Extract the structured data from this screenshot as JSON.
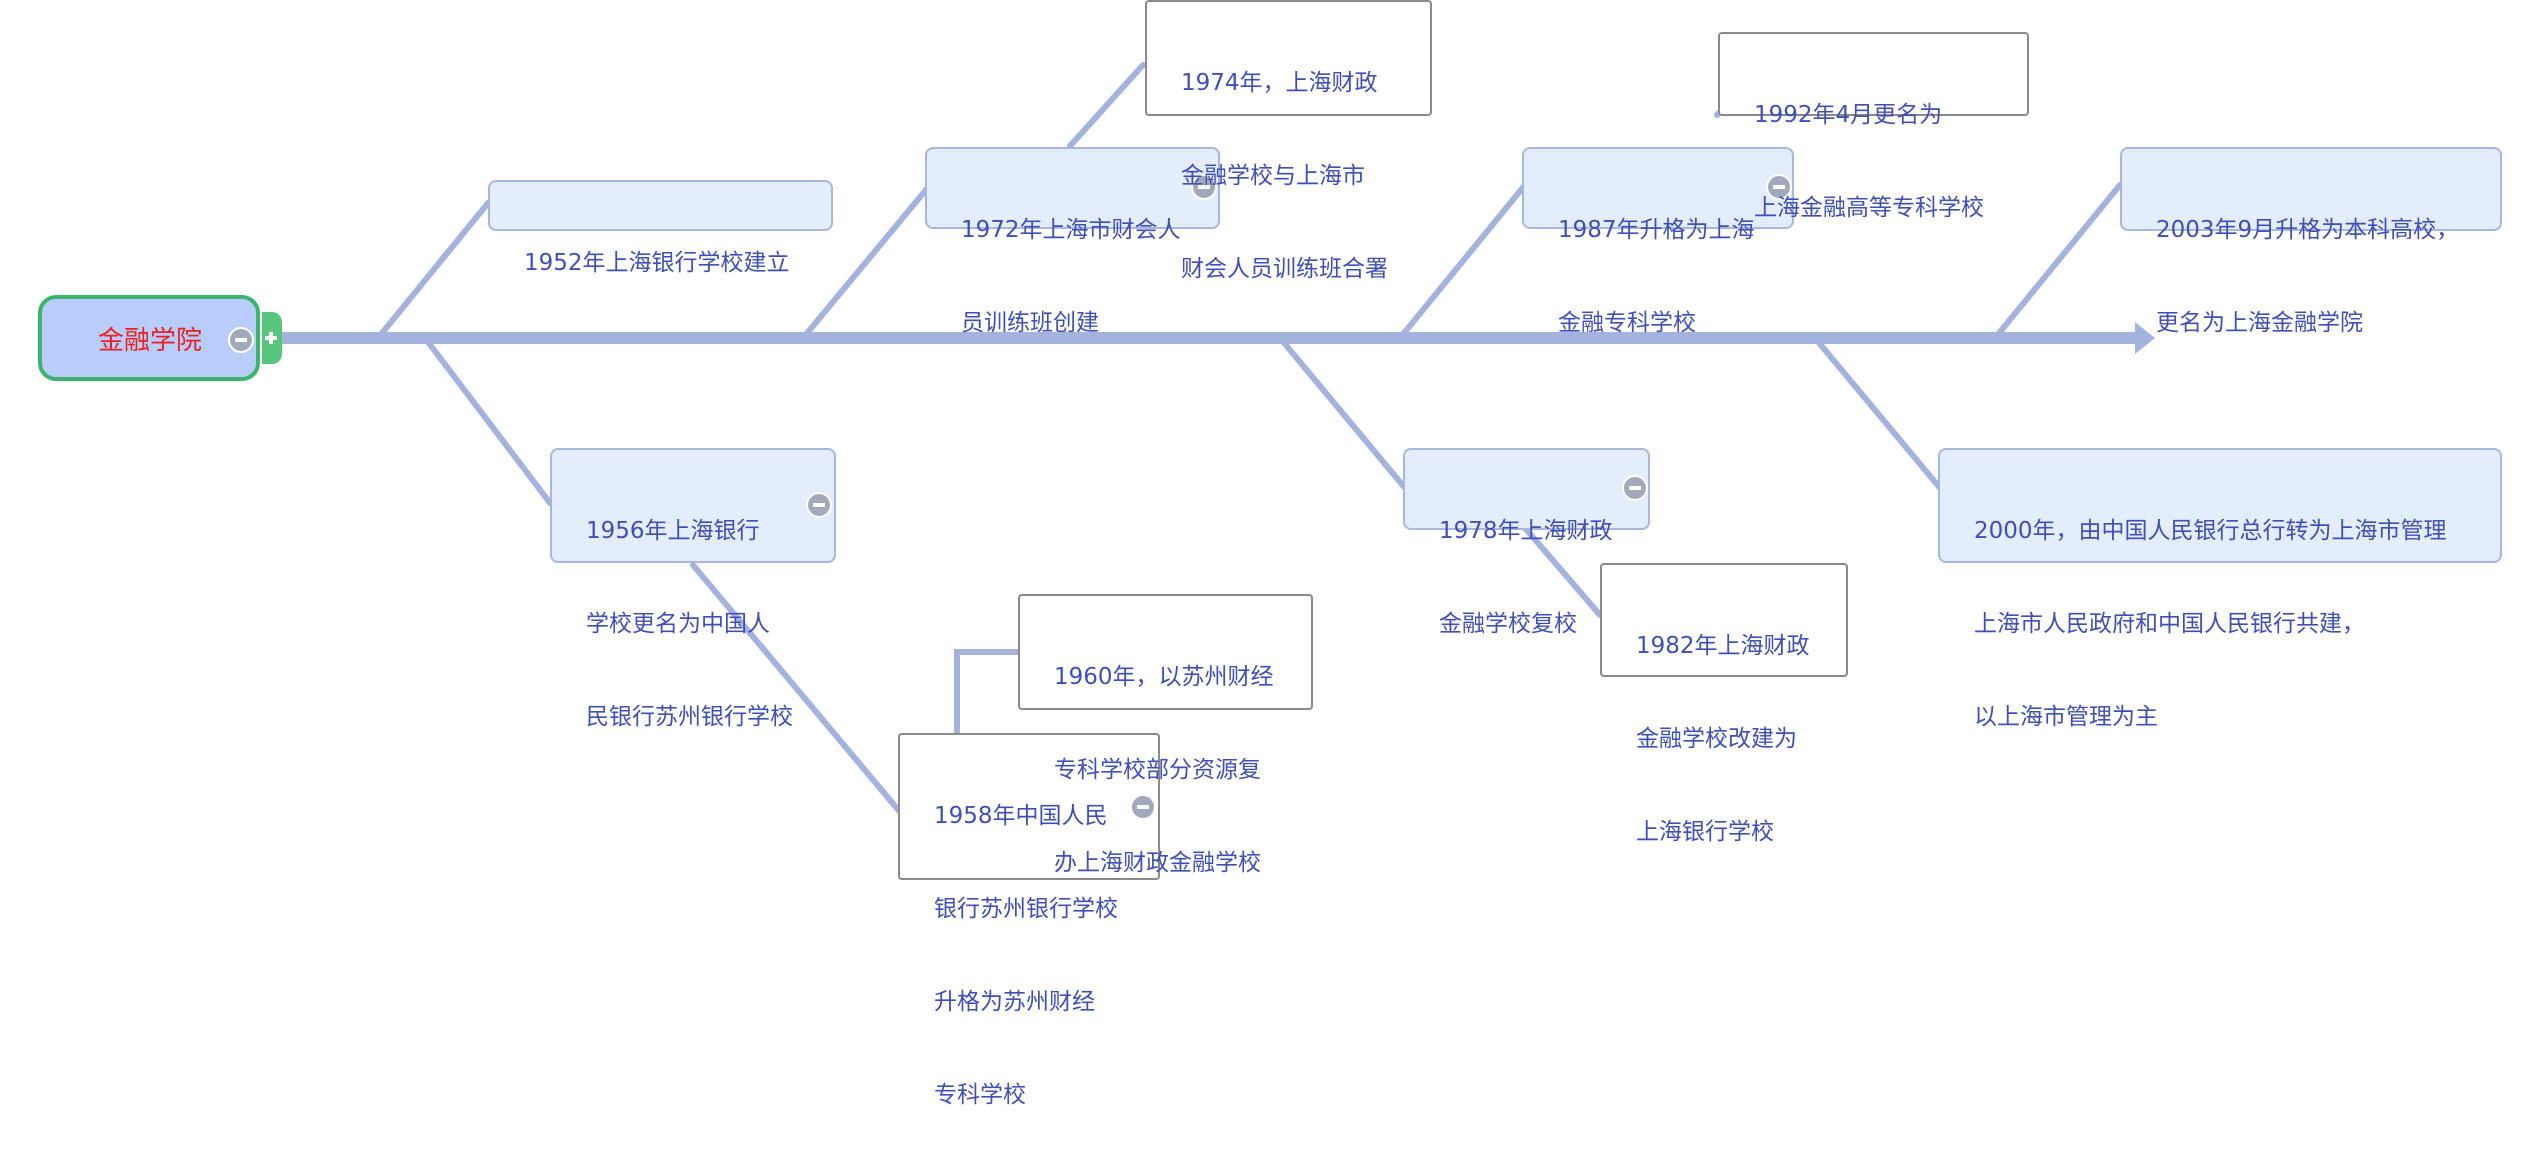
{
  "root": {
    "label": "金融学院"
  },
  "nodes": {
    "n1952": {
      "lines": [
        "1952年上海银行学校建立"
      ]
    },
    "n1972": {
      "lines": [
        "1972年上海市财会人",
        "员训练班创建"
      ]
    },
    "n1974": {
      "lines": [
        "1974年，上海财政",
        "金融学校与上海市",
        "财会人员训练班合署"
      ]
    },
    "n1987": {
      "lines": [
        "1987年升格为上海",
        "金融专科学校"
      ]
    },
    "n1992": {
      "lines": [
        "1992年4月更名为",
        "上海金融高等专科学校"
      ]
    },
    "n2003": {
      "lines": [
        "2003年9月升格为本科高校，",
        "更名为上海金融学院"
      ]
    },
    "n1956": {
      "lines": [
        "1956年上海银行",
        "学校更名为中国人",
        "民银行苏州银行学校"
      ]
    },
    "n1958": {
      "lines": [
        "1958年中国人民",
        "银行苏州银行学校",
        "升格为苏州财经",
        "专科学校"
      ]
    },
    "n1960": {
      "lines": [
        "1960年，以苏州财经",
        "专科学校部分资源复",
        "办上海财政金融学校"
      ]
    },
    "n1978": {
      "lines": [
        "1978年上海财政",
        "金融学校复校"
      ]
    },
    "n1982": {
      "lines": [
        "1982年上海财政",
        "金融学校改建为",
        "上海银行学校"
      ]
    },
    "n2000": {
      "lines": [
        "2000年，由中国人民银行总行转为上海市管理",
        "上海市人民政府和中国人民银行共建，",
        "以上海市管理为主"
      ]
    }
  },
  "colors": {
    "branch": "#a4b3dd",
    "node_fill": "#e3edfb",
    "node_border": "#a8b8dd",
    "node_text": "#3f4fb8",
    "root_fill": "#b8cdfb",
    "root_border": "#3bb56b",
    "root_text": "#e82222",
    "expand": "#57c57b"
  },
  "icons": {
    "collapse": "collapse-minus-icon",
    "expand": "expand-plus-icon"
  }
}
